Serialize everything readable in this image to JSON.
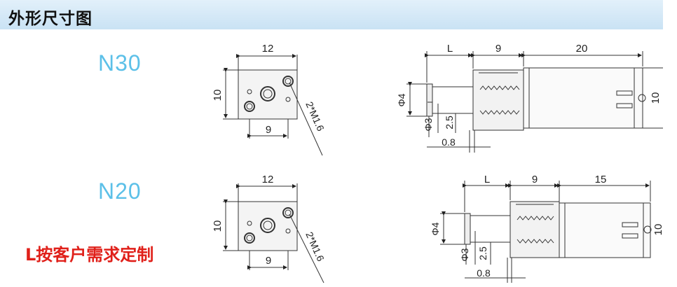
{
  "header": {
    "title": "外形尺寸图"
  },
  "models": [
    {
      "name": "N30",
      "front": {
        "width": "12",
        "height": "10",
        "hole_spacing": "9",
        "screw": "2*M1.6"
      },
      "side": {
        "shaft_length": "L",
        "gearbox_length": "9",
        "motor_length": "20",
        "motor_height": "10",
        "shaft_dia": "Φ4",
        "d_flat": "Φ3",
        "flat_depth": "2.5",
        "collar": "0.8"
      }
    },
    {
      "name": "N20",
      "front": {
        "width": "12",
        "height": "10",
        "hole_spacing": "9",
        "screw": "2*M1.6"
      },
      "side": {
        "shaft_length": "L",
        "gearbox_length": "9",
        "motor_length": "15",
        "motor_height": "10",
        "shaft_dia": "Φ4",
        "d_flat": "Φ3",
        "flat_depth": "2.5",
        "collar": "0.8"
      }
    }
  ],
  "note": "L按客户需求定制",
  "colors": {
    "header_bg": "#cfe6f6",
    "model_label": "#5cc0e8",
    "note": "#e0201a"
  }
}
